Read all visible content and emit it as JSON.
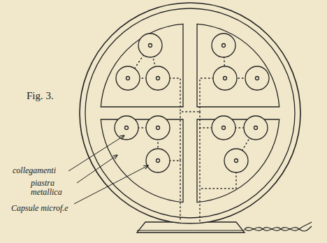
{
  "diagram": {
    "labels": [
      "Fig. 3.",
      "collegamenti",
      "piastra metallica",
      "Capsule microf.e"
    ]
  }
}
